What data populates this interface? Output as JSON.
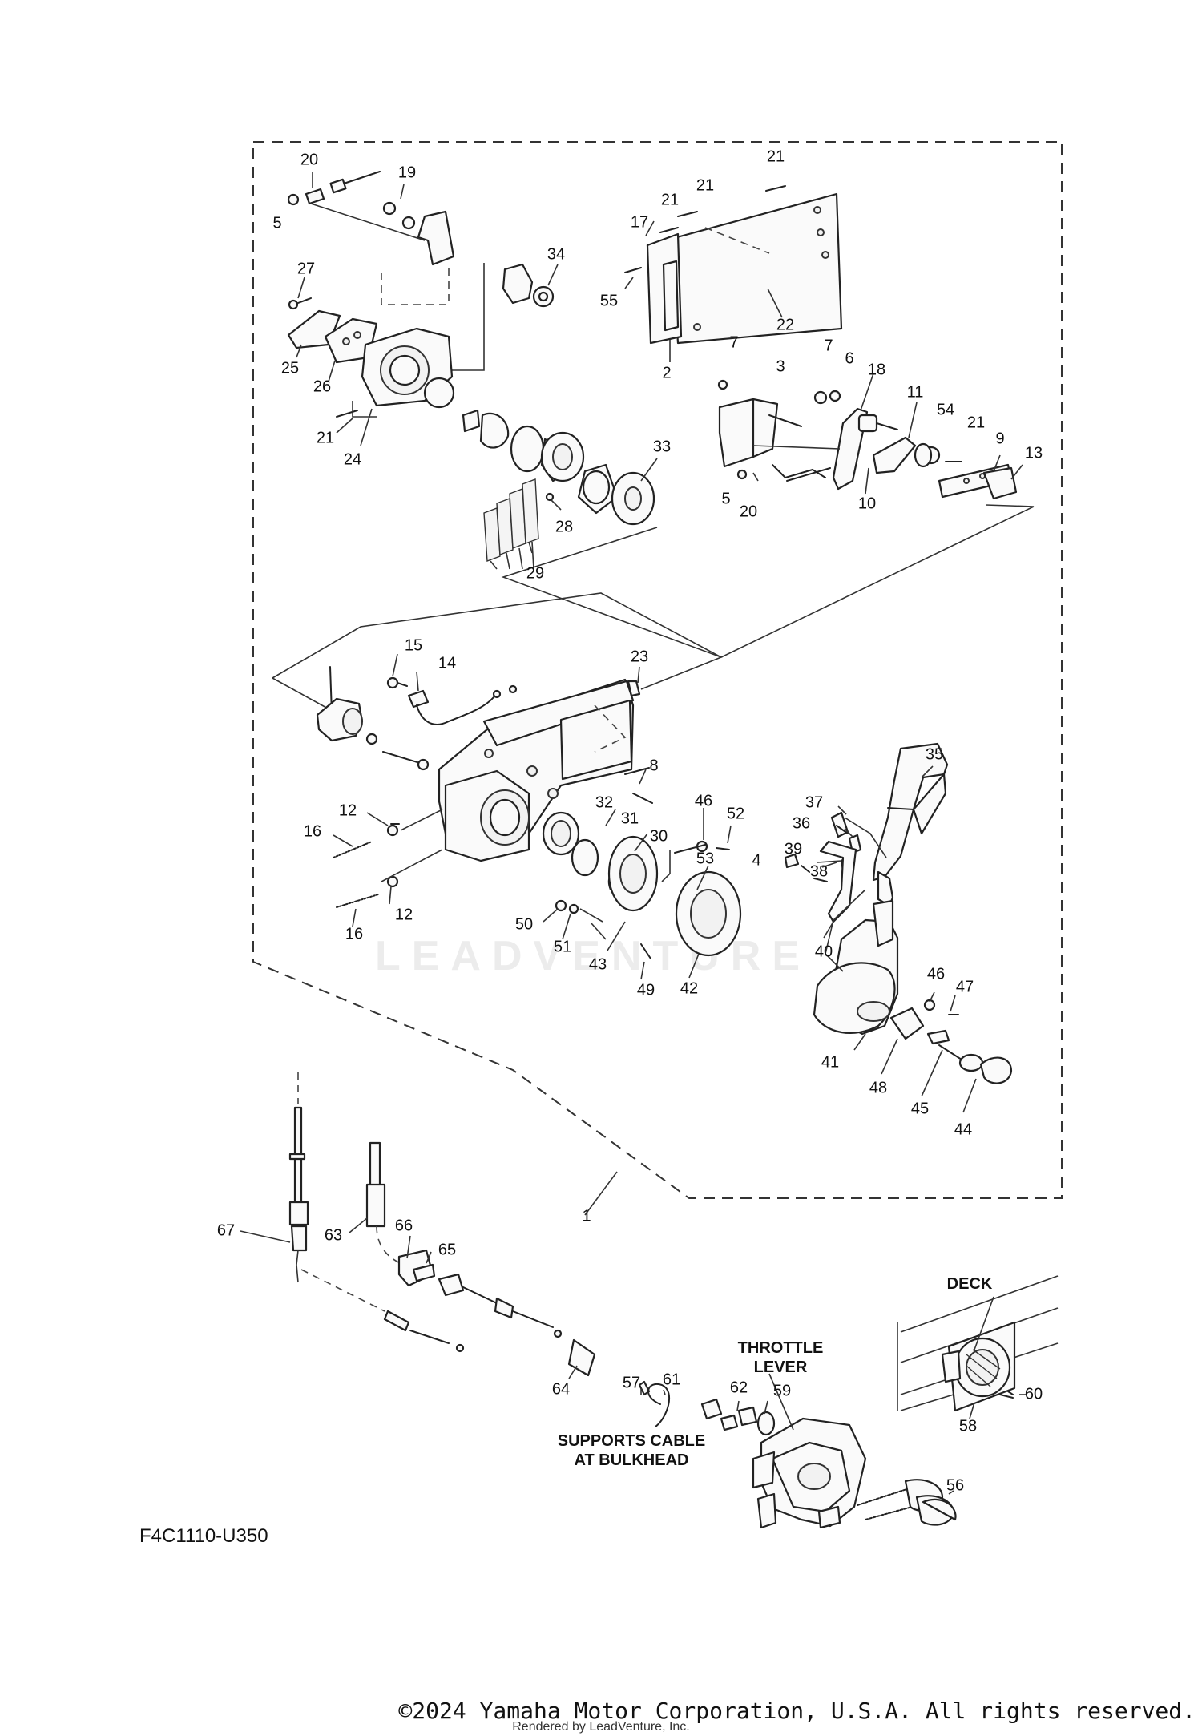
{
  "diagram": {
    "code": "F4C1110-U350",
    "watermark": "LEADVENTURE",
    "callouts": {
      "deck": "DECK",
      "throttle_line1": "THROTTLE",
      "throttle_line2": "LEVER",
      "supports_line1": "SUPPORTS CABLE",
      "supports_line2": "AT BULKHEAD"
    },
    "part_numbers": {
      "p1": "1",
      "p2": "2",
      "p3": "3",
      "p4": "4",
      "p5a": "5",
      "p5b": "5",
      "p6": "6",
      "p7a": "7",
      "p7b": "7",
      "p8": "8",
      "p9": "9",
      "p10": "10",
      "p11": "11",
      "p12a": "12",
      "p12b": "12",
      "p13": "13",
      "p14": "14",
      "p15": "15",
      "p16a": "16",
      "p16b": "16",
      "p17": "17",
      "p18": "18",
      "p19": "19",
      "p20a": "20",
      "p20b": "20",
      "p21a": "21",
      "p21b": "21",
      "p21c": "21",
      "p21d": "21",
      "p21e": "21",
      "p22": "22",
      "p23": "23",
      "p24": "24",
      "p25": "25",
      "p26": "26",
      "p27": "27",
      "p28": "28",
      "p29": "29",
      "p30": "30",
      "p31": "31",
      "p32": "32",
      "p33": "33",
      "p34": "34",
      "p35": "35",
      "p36": "36",
      "p37": "37",
      "p38": "38",
      "p39": "39",
      "p40": "40",
      "p41": "41",
      "p42": "42",
      "p43": "43",
      "p44": "44",
      "p45": "45",
      "p46a": "46",
      "p46b": "46",
      "p47": "47",
      "p48": "48",
      "p49": "49",
      "p50": "50",
      "p51": "51",
      "p52": "52",
      "p53": "53",
      "p54": "54",
      "p55": "55",
      "p56": "56",
      "p57": "57",
      "p58": "58",
      "p59": "59",
      "p60": "60",
      "p61": "61",
      "p62": "62",
      "p63": "63",
      "p64": "64",
      "p65": "65",
      "p66": "66",
      "p67": "67"
    }
  },
  "footer": {
    "copyright": "©2024 Yamaha Motor Corporation, U.S.A. All rights reserved.",
    "rendered_by": "Rendered by LeadVenture, Inc."
  }
}
